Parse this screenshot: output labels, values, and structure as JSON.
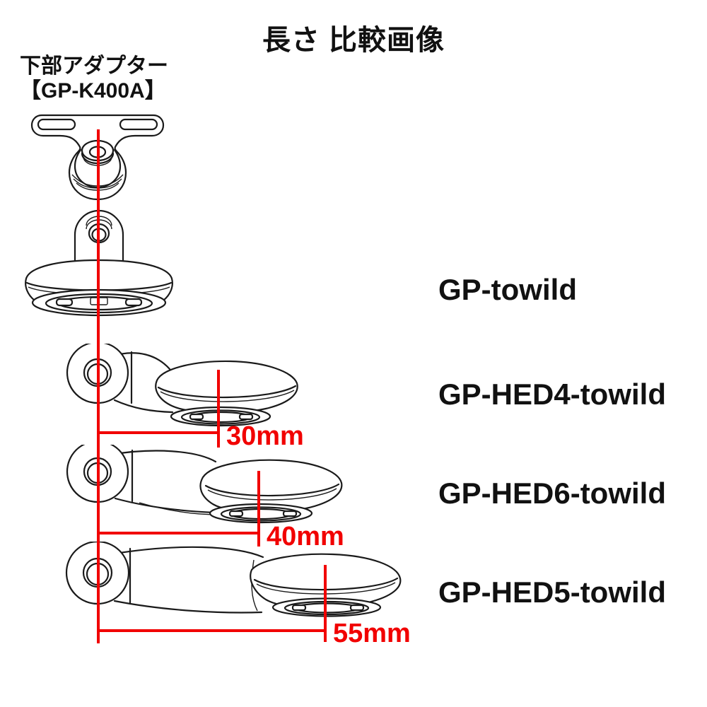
{
  "title": "長さ 比較画像",
  "adapter": {
    "label_line1": "下部アダプター",
    "label_line2": "【GP-K400A】"
  },
  "products": [
    {
      "name": "GP-towild"
    },
    {
      "name": "GP-HED4-towild",
      "length_label": "30mm"
    },
    {
      "name": "GP-HED6-towild",
      "length_label": "40mm"
    },
    {
      "name": "GP-HED5-towild",
      "length_label": "55mm"
    }
  ],
  "colors": {
    "dimension_red": "#f10000",
    "line_art": "#1a1a1a",
    "background": "#ffffff"
  }
}
